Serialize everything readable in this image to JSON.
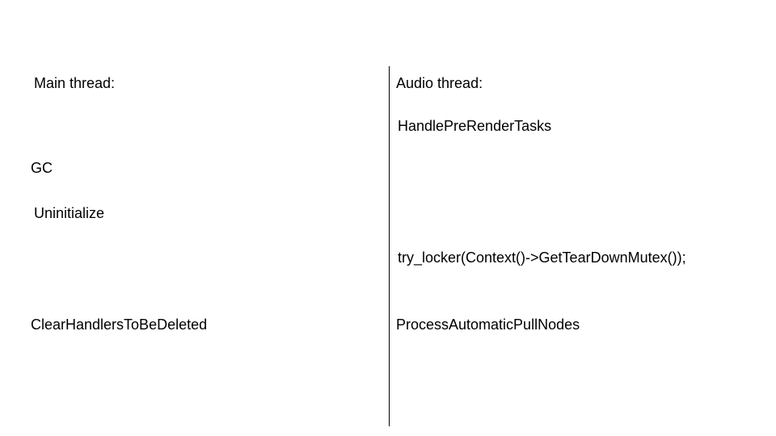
{
  "main_thread": {
    "heading": "Main thread:",
    "steps": [
      "GC",
      "Uninitialize",
      "ClearHandlersToBeDeleted"
    ]
  },
  "audio_thread": {
    "heading": "Audio thread:",
    "steps": [
      "HandlePreRenderTasks",
      "try_locker(Context()->GetTearDownMutex());",
      "ProcessAutomaticPullNodes"
    ]
  },
  "colors": {
    "background": "#ffffff",
    "text": "#000000",
    "divider": "#000000"
  }
}
